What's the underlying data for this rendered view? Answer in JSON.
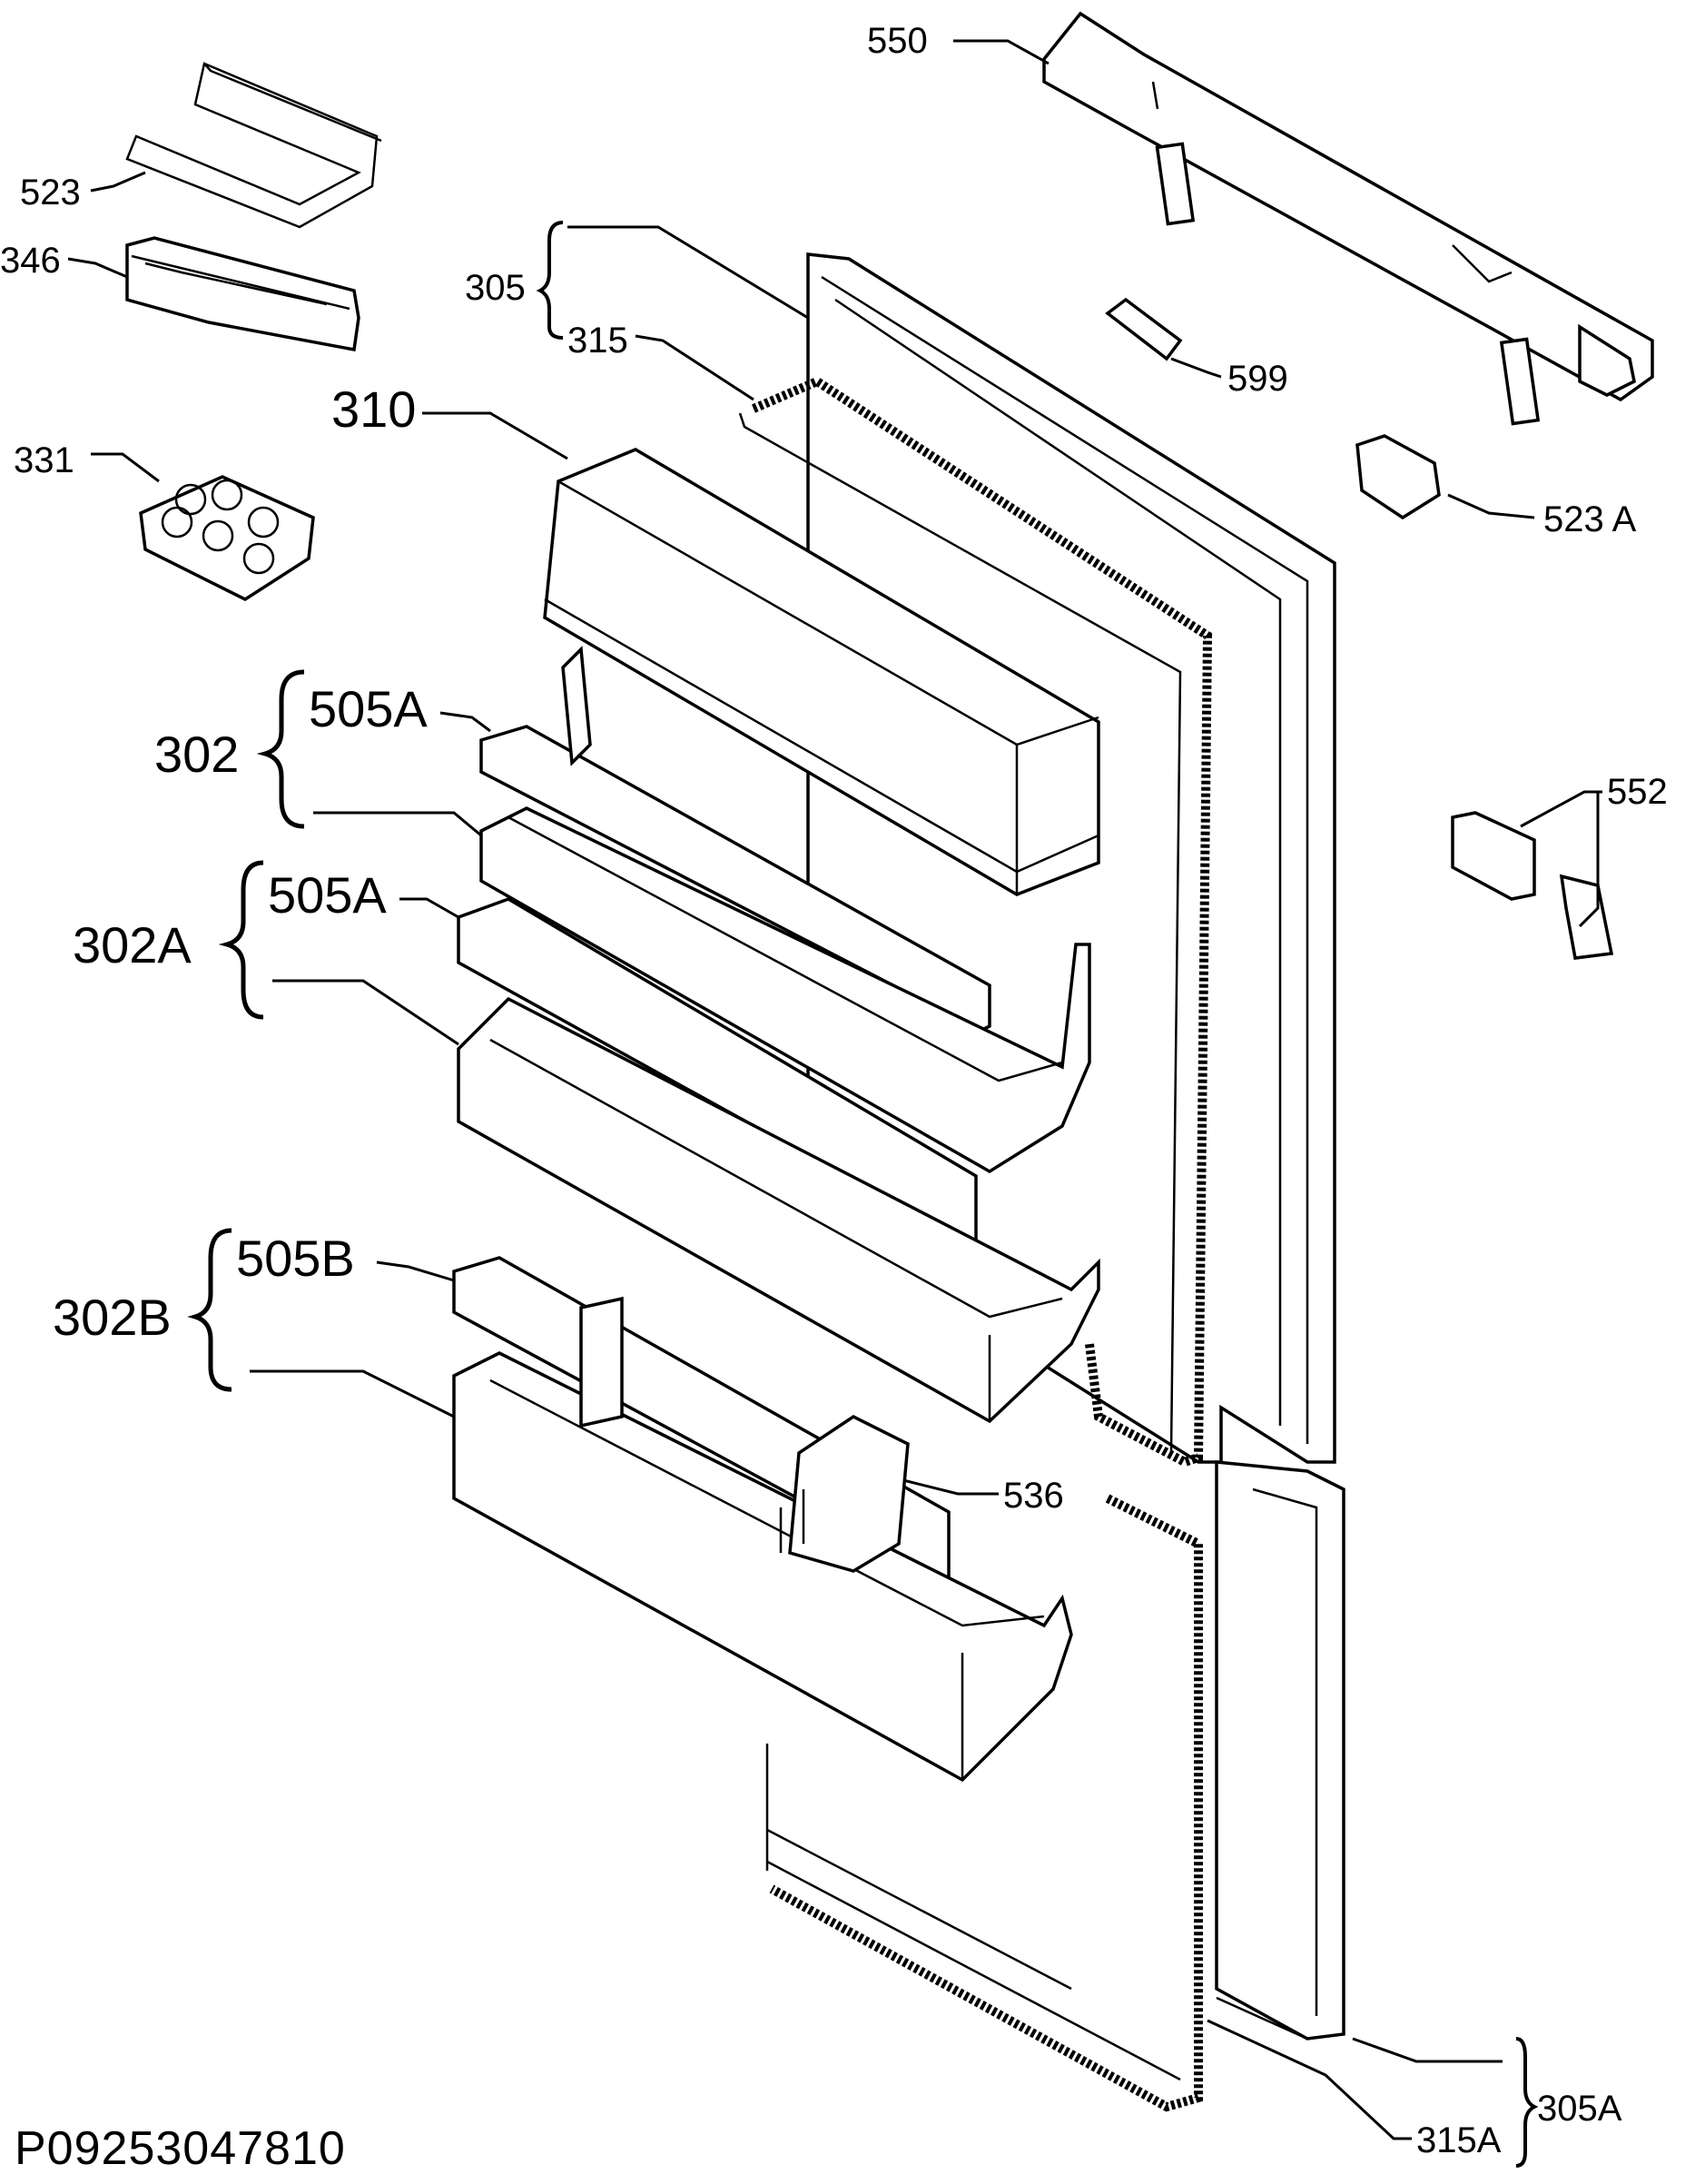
{
  "diagram": {
    "doc_id": "P09253047810",
    "labels": {
      "l550": "550",
      "l523": "523",
      "l346": "346",
      "l305": "305",
      "l315": "315",
      "l599": "599",
      "l310": "310",
      "l331": "331",
      "l523a": "523 A",
      "l302": "302",
      "l505a_1": "505A",
      "l302a": "302A",
      "l505a_2": "505A",
      "l552": "552",
      "l302b": "302B",
      "l505b": "505B",
      "l536": "536",
      "l305a": "305A",
      "l315a": "315A"
    }
  }
}
